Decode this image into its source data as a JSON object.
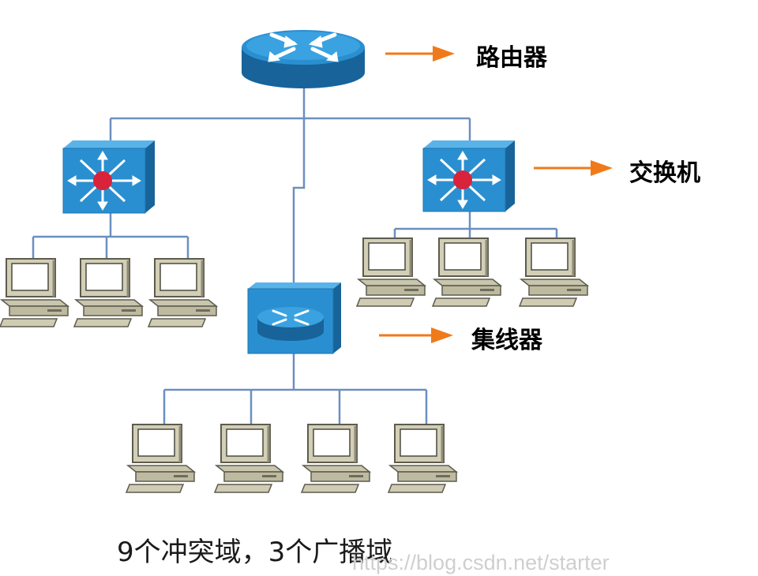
{
  "labels": {
    "router": "路由器",
    "switch": "交换机",
    "hub": "集线器"
  },
  "caption": "9个冲突域，3个广播域",
  "watermark": "https://blog.csdn.net/starter",
  "colors": {
    "link": "#6b8fc0",
    "arrow": "#f07a1a",
    "device_blue": "#2a8fd0",
    "device_dark": "#17639a",
    "switch_center": "#d8233b",
    "computer_body": "#c9c6ad",
    "computer_shadow": "#6e6c5c"
  },
  "icons": [
    "router-icon",
    "switch-icon",
    "hub-icon",
    "computer-icon",
    "arrow-icon"
  ]
}
